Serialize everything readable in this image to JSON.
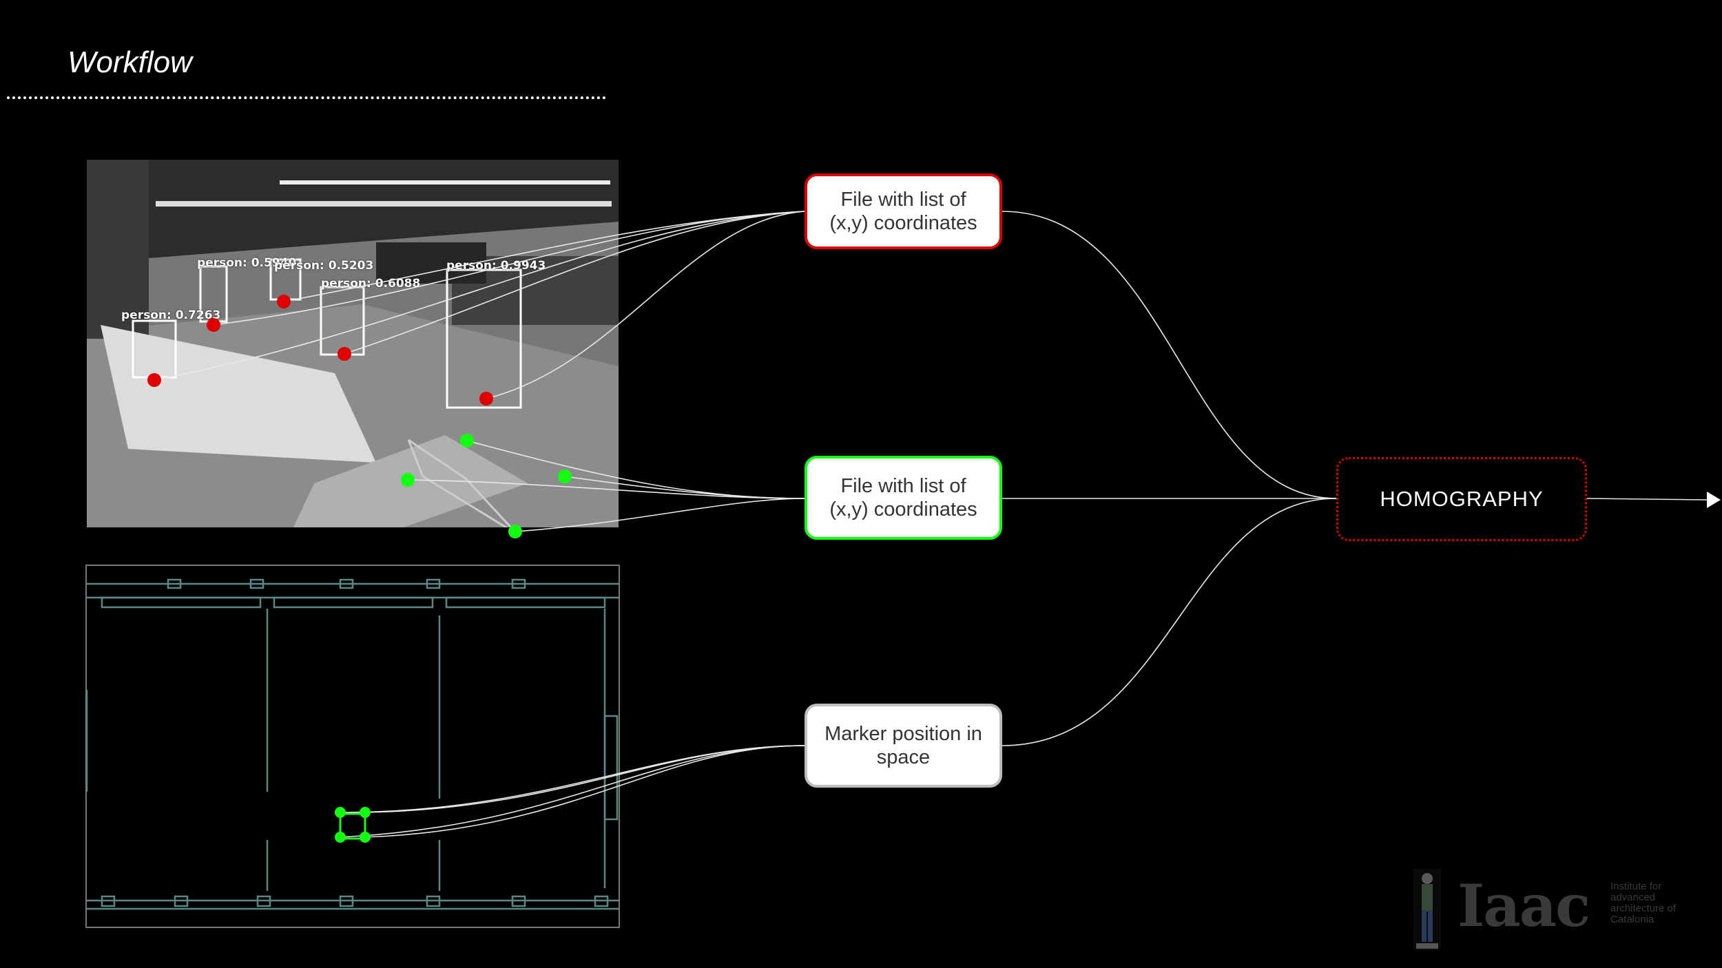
{
  "page": {
    "title": "Workflow"
  },
  "detections": [
    {
      "label": "person: 0.5940"
    },
    {
      "label": "person: 0.5203"
    },
    {
      "label": "person: 0.6088"
    },
    {
      "label": "person: 0.9943"
    },
    {
      "label": "person: 0.7263"
    }
  ],
  "nodes": {
    "red": {
      "text": "File with list of (x,y) coordinates"
    },
    "green": {
      "text": "File with list of (x,y) coordinates"
    },
    "marker": {
      "text": "Marker position in space"
    },
    "homography": {
      "text": "HOMOGRAPHY"
    }
  },
  "logo": {
    "mark": "Iaac",
    "tagline": "Institute for advanced architecture of Catalonia"
  },
  "colors": {
    "background": "#000000",
    "red": "#e00000",
    "green": "#11ff11",
    "plan": "#5a8a88",
    "node_fill": "#ffffff"
  }
}
